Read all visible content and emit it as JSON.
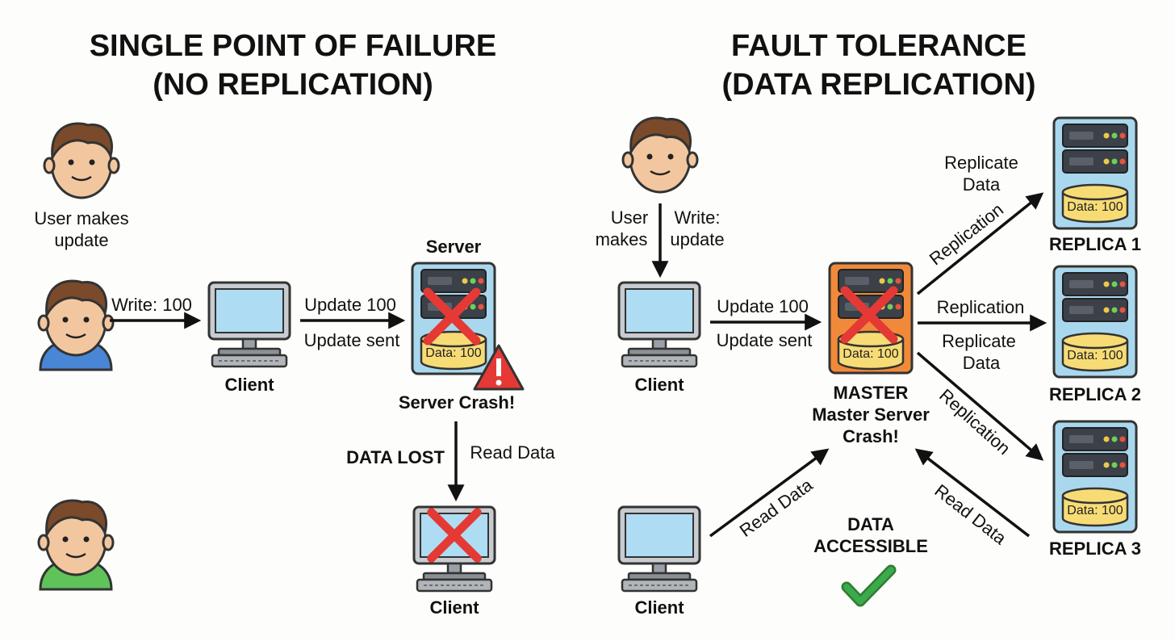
{
  "left": {
    "title_line1": "SINGLE POINT OF FAILURE",
    "title_line2": "(NO REPLICATION)",
    "user_caption_line1": "User makes",
    "user_caption_line2": "update",
    "write_label": "Write: 100",
    "client_label": "Client",
    "update_label": "Update 100",
    "update_sent_label": "Update sent",
    "server_label": "Server",
    "server_data": "Data: 100",
    "server_crash_label": "Server Crash!",
    "data_lost_label": "DATA LOST",
    "read_data_label": "Read Data",
    "client2_label": "Client"
  },
  "right": {
    "title_line1": "FAULT TOLERANCE",
    "title_line2": "(DATA REPLICATION)",
    "user_makes_line1": "User",
    "user_makes_line2": "makes",
    "write_line1": "Write:",
    "write_line2": "update",
    "client_label": "Client",
    "update_label": "Update 100",
    "update_sent_label": "Update sent",
    "master_data": "Data: 100",
    "master_label": "MASTER",
    "master_crash_line1": "Master Server",
    "master_crash_line2": "Crash!",
    "replicate_data_line1": "Replicate",
    "replicate_data_line2": "Data",
    "replication_label": "Replication",
    "replica1_label": "REPLICA 1",
    "replica2_label": "REPLICA 2",
    "replica3_label": "REPLICA 3",
    "replica_data": "Data: 100",
    "read_data_label": "Read Data",
    "data_accessible_line1": "DATA",
    "data_accessible_line2": "ACCESSIBLE",
    "client2_label": "Client"
  },
  "colors": {
    "server_blue": "#a9d8ee",
    "master_orange": "#f08a3a",
    "data_yellow": "#f7dc76",
    "crash_red": "#e53935",
    "check_green": "#3aaa4a",
    "screen_blue": "#aedcf2"
  },
  "icons": [
    "user-icon",
    "monitor-icon",
    "server-icon",
    "cross-icon",
    "warning-icon",
    "checkmark-icon"
  ]
}
